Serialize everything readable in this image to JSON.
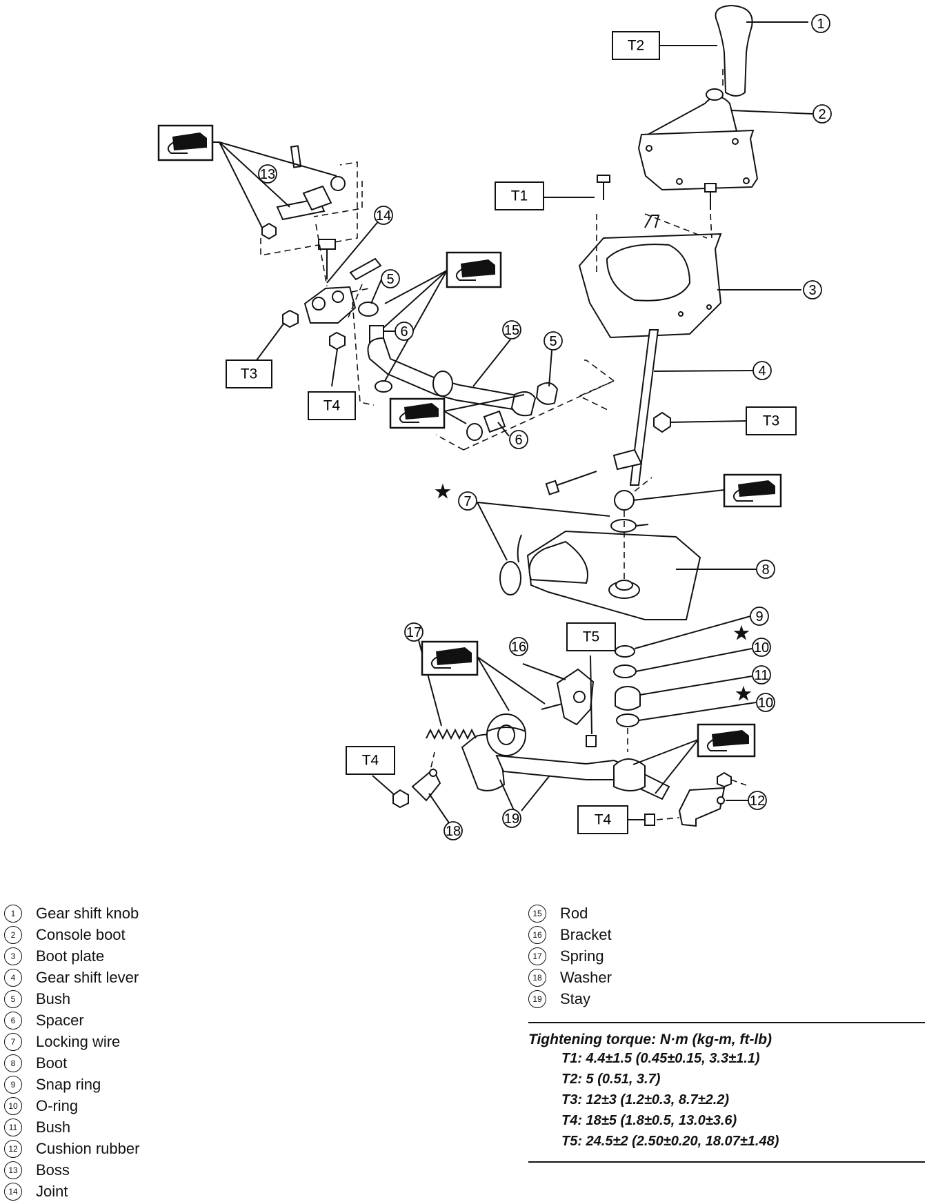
{
  "callouts": [
    "1",
    "2",
    "3",
    "4",
    "5",
    "6",
    "7",
    "8",
    "9",
    "10",
    "11",
    "12",
    "13",
    "14",
    "15",
    "16",
    "17",
    "18",
    "19"
  ],
  "torque_tags": [
    "T1",
    "T2",
    "T3",
    "T4",
    "T5"
  ],
  "legend": {
    "left": [
      {
        "num": "1",
        "label": "Gear shift knob"
      },
      {
        "num": "2",
        "label": "Console boot"
      },
      {
        "num": "3",
        "label": "Boot plate"
      },
      {
        "num": "4",
        "label": "Gear shift lever"
      },
      {
        "num": "5",
        "label": "Bush"
      },
      {
        "num": "6",
        "label": "Spacer"
      },
      {
        "num": "7",
        "label": "Locking wire"
      },
      {
        "num": "8",
        "label": "Boot"
      },
      {
        "num": "9",
        "label": "Snap ring"
      },
      {
        "num": "10",
        "label": "O-ring"
      },
      {
        "num": "11",
        "label": "Bush"
      },
      {
        "num": "12",
        "label": "Cushion rubber"
      },
      {
        "num": "13",
        "label": "Boss"
      },
      {
        "num": "14",
        "label": "Joint"
      }
    ],
    "right": [
      {
        "num": "15",
        "label": "Rod"
      },
      {
        "num": "16",
        "label": "Bracket"
      },
      {
        "num": "17",
        "label": "Spring"
      },
      {
        "num": "18",
        "label": "Washer"
      },
      {
        "num": "19",
        "label": "Stay"
      }
    ]
  },
  "torque": {
    "title": "Tightening torque: N·m (kg-m, ft-lb)",
    "rows": [
      "T1: 4.4±1.5 (0.45±0.15, 3.3±1.1)",
      "T2: 5 (0.51, 3.7)",
      "T3: 12±3 (1.2±0.3, 8.7±2.2)",
      "T4: 18±5 (1.8±0.5, 13.0±3.6)",
      "T5: 24.5±2 (2.50±0.20, 18.07±1.48)"
    ]
  },
  "icons": {
    "grease": "grease-application-icon",
    "star": "replace-part-star-icon"
  }
}
